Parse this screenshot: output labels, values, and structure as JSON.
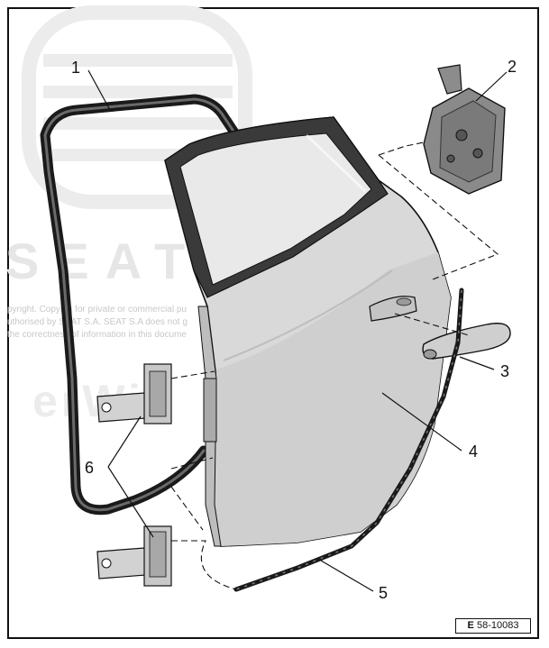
{
  "figure": {
    "callouts": [
      {
        "id": "1",
        "label": "1"
      },
      {
        "id": "2",
        "label": "2"
      },
      {
        "id": "3",
        "label": "3"
      },
      {
        "id": "4",
        "label": "4"
      },
      {
        "id": "5",
        "label": "5"
      },
      {
        "id": "6",
        "label": "6"
      }
    ],
    "figure_code_prefix": "E",
    "figure_code": "58-10083"
  },
  "watermark": {
    "brand": "SEAT",
    "lines": [
      "pyright. Copying for private or commercial pu",
      "uthorised by SEAT S.A. SEAT S.A does not g",
      "the correctness of information in this docume"
    ],
    "stamp": "erWi"
  },
  "colors": {
    "line": "#111111",
    "door_panel": "#d9d9d9",
    "glass": "#e8e8e8",
    "watermark": "#e6e6e6",
    "seal": "#1a1a1a"
  }
}
